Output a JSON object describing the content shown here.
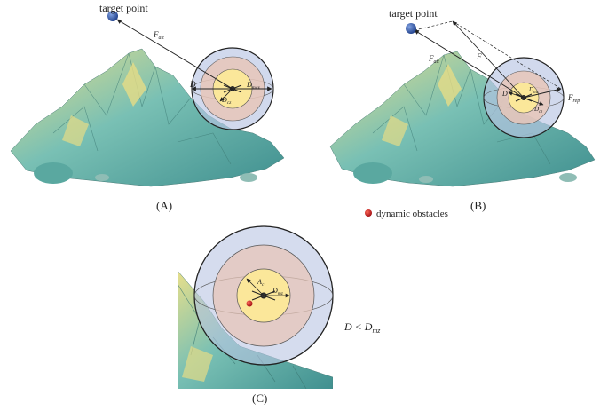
{
  "panels": {
    "a": {
      "caption": "(A)",
      "target_label": "target point",
      "force_label": "F",
      "force_sub": "att",
      "d_label": "D",
      "dmax_label": "D",
      "dmax_sub": "max",
      "dcz_label": "D",
      "dcz_sub": "cz"
    },
    "b": {
      "caption": "(B)",
      "target_label": "target point",
      "fatt_label": "F",
      "fatt_sub": "att",
      "f_label": "F",
      "frep_label": "F",
      "frep_sub": "rep",
      "d_label": "D",
      "dmz_label": "D",
      "dmz_sub": "mz",
      "dcz_label": "D",
      "dcz_sub": "cz"
    },
    "c": {
      "caption": "(C)",
      "ac_label": "A",
      "ac_sub": "c",
      "dmz_label": "D",
      "dmz_sub": "mz",
      "inequality_main": "D < D",
      "inequality_sub": "mz"
    }
  },
  "legend": {
    "dynamic_obstacles_label": "dynamic obstacles",
    "marker_color": "#c0141a"
  },
  "colors": {
    "mountain_teal": "#6fb8b0",
    "mountain_yellow": "#e6dc86",
    "outer_sphere": "#b9c4e3",
    "middle_sphere": "#e7c6b8",
    "inner_sphere": "#fbe79a",
    "target_blue": "#1f3f8a"
  }
}
